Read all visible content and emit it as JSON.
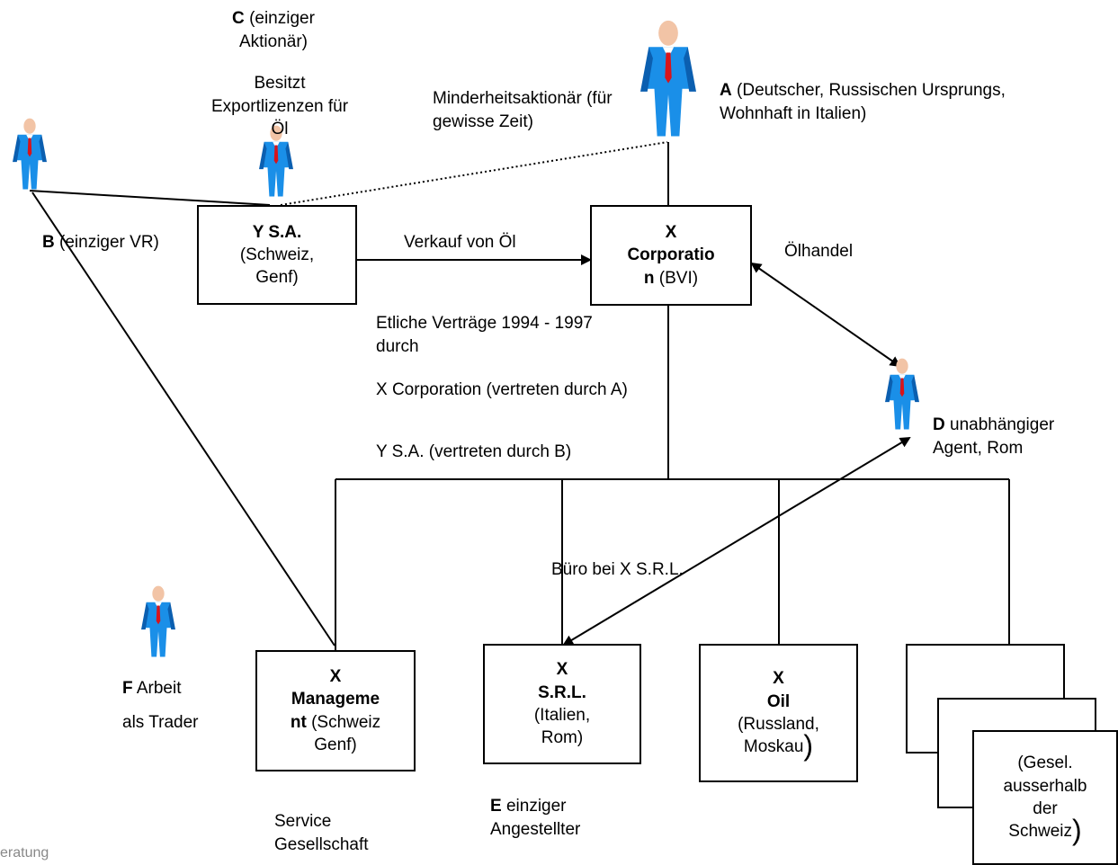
{
  "people": {
    "c": {
      "letter": "C",
      "role": "(einziger Aktionär)",
      "note": "Besitzt Exportlizenzen für Öl"
    },
    "a": {
      "letter": "A",
      "role": "(Deutscher, Russischen Ursprungs, Wohnhaft in Italien)"
    },
    "b": {
      "letter": "B",
      "role": "(einziger VR)"
    },
    "d": {
      "letter": "D",
      "role": "unabhängiger Agent, Rom"
    },
    "e": {
      "letter": "E",
      "role": "einziger Angestellter"
    },
    "f": {
      "letter": "F",
      "role_1": "Arbeit",
      "role_2": "als Trader"
    }
  },
  "entities": {
    "y_sa": {
      "title": "Y S.A.",
      "sub": "(Schweiz, Genf)"
    },
    "x_corp": {
      "title_1": "X",
      "title_2": "Corporatio",
      "title_3": "n",
      "sub": "(BVI)"
    },
    "x_mgmt": {
      "title_1": "X",
      "title_2": "Manageme",
      "title_3": "nt",
      "sub_1": "(Schweiz",
      "sub_2": "Genf)"
    },
    "x_srl": {
      "title_1": "X",
      "title_2": "S.R.L.",
      "sub_1": "(Italien,",
      "sub_2": "Rom)"
    },
    "x_oil": {
      "title_1": "X",
      "title_2": "Oil",
      "sub_1": "(Russland,",
      "sub_2": "Moskau",
      "paren": ")"
    },
    "foreign": {
      "line_1": "(Gesel.",
      "line_2": "ausserhalb",
      "line_3": "der",
      "line_4": "Schweiz",
      "paren": ")"
    }
  },
  "labels": {
    "minority": "Minderheitsaktionär (für gewisse Zeit)",
    "sale": "Verkauf von Öl",
    "trade": "Ölhandel",
    "contracts_1": "Etliche Verträge 1994  - 1997  durch",
    "contracts_2": "X Corporation (vertreten durch A)",
    "contracts_3": "Y S.A. (vertreten durch B)",
    "office": "Büro bei X S.R.L.",
    "service": "Service Gesellschaft",
    "footer": "eratung"
  },
  "colors": {
    "suit": "#1a8fe8",
    "suit_dark": "#0b5fb0",
    "tie": "#d8141b",
    "skin": "#f2c4a6",
    "line": "#000000"
  }
}
